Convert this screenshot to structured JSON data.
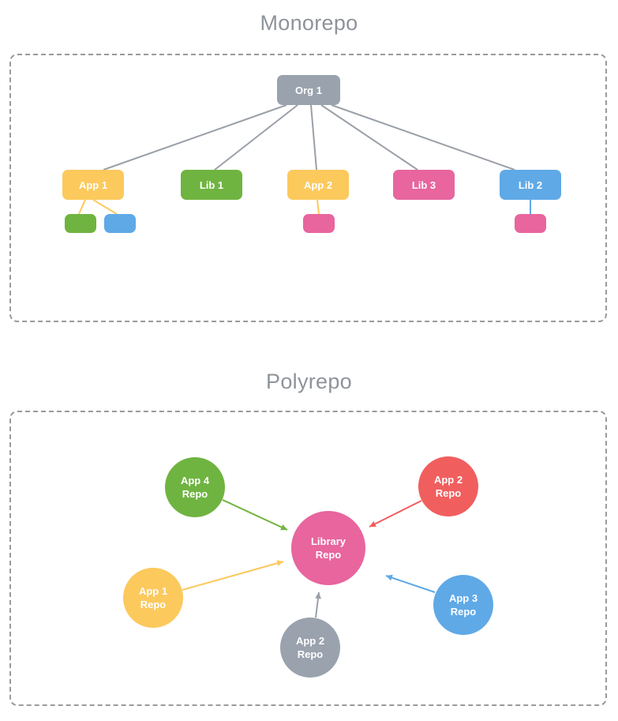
{
  "colors": {
    "gray_node": "#9aa2ae",
    "yellow": "#fcc95d",
    "green": "#6fb440",
    "blue": "#5fa9e7",
    "pink": "#e8659e",
    "red": "#f15e5e",
    "connector_gray": "#9aa0a8",
    "border_dash": "#9a9a9a",
    "title_text": "#8f939a"
  },
  "monorepo": {
    "title": "Monorepo",
    "root_label": "Org 1",
    "nodes": {
      "app1": "App 1",
      "lib1": "Lib 1",
      "app2": "App 2",
      "lib3": "Lib 3",
      "lib2": "Lib 2"
    }
  },
  "polyrepo": {
    "title": "Polyrepo",
    "center": {
      "line1": "Library",
      "line2": "Repo"
    },
    "satellites": {
      "app4": {
        "line1": "App 4",
        "line2": "Repo"
      },
      "app2_top": {
        "line1": "App 2",
        "line2": "Repo"
      },
      "app1": {
        "line1": "App 1",
        "line2": "Repo"
      },
      "app3": {
        "line1": "App 3",
        "line2": "Repo"
      },
      "app2_bottom": {
        "line1": "App 2",
        "line2": "Repo"
      }
    }
  }
}
